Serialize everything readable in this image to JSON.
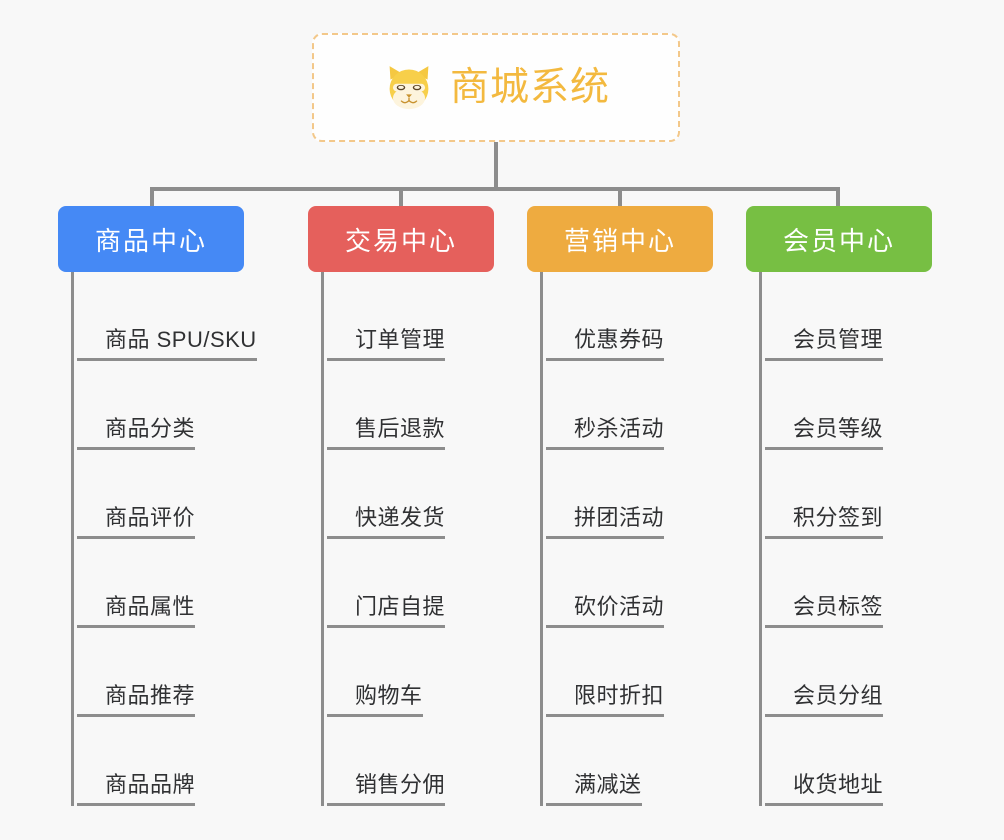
{
  "background_color": "#f8f8f8",
  "root": {
    "icon": "dog-face-emoji",
    "title": "商城系统",
    "title_color": "#f3b93f",
    "border_color": "#f3c88a",
    "background_color": "#fefefe"
  },
  "connector_color": "#8d8d8d",
  "columns": [
    {
      "id": "product-center",
      "label": "商品中心",
      "color": "#4589f5",
      "items": [
        "商品 SPU/SKU",
        "商品分类",
        "商品评价",
        "商品属性",
        "商品推荐",
        "商品品牌"
      ]
    },
    {
      "id": "trade-center",
      "label": "交易中心",
      "color": "#e5605c",
      "items": [
        "订单管理",
        "售后退款",
        "快递发货",
        "门店自提",
        "购物车",
        "销售分佣"
      ]
    },
    {
      "id": "marketing-center",
      "label": "营销中心",
      "color": "#eeab40",
      "items": [
        "优惠券码",
        "秒杀活动",
        "拼团活动",
        "砍价活动",
        "限时折扣",
        "满减送"
      ]
    },
    {
      "id": "member-center",
      "label": "会员中心",
      "color": "#77bf43",
      "items": [
        "会员管理",
        "会员等级",
        "积分签到",
        "会员标签",
        "会员分组",
        "收货地址"
      ]
    }
  ]
}
